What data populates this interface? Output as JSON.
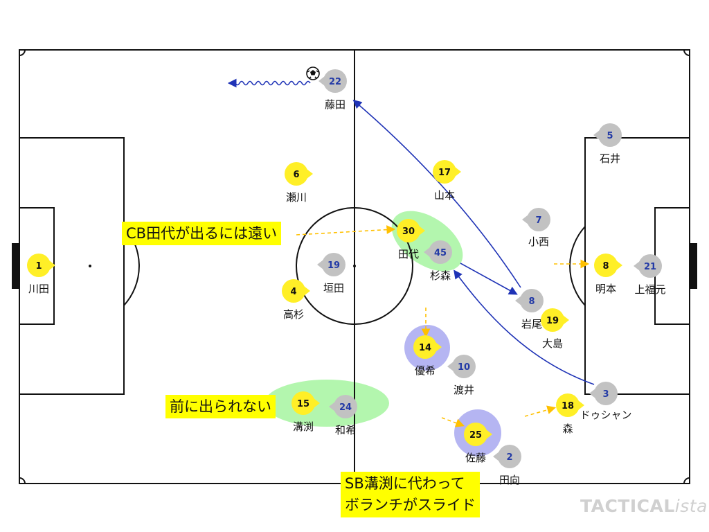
{
  "team_colors": {
    "home": "#ffef27",
    "away": "#c2c2c2",
    "away_number": "#233aa6"
  },
  "arrow_colors": {
    "run": "#ffc000",
    "pass": "#1f33b6"
  },
  "highlight_colors": {
    "zone": "#a6f5a0",
    "marker": "#a8a8f0"
  },
  "home_players": [
    {
      "number": "1",
      "name": "川田"
    },
    {
      "number": "6",
      "name": "瀬川"
    },
    {
      "number": "4",
      "name": "高杉"
    },
    {
      "number": "15",
      "name": "溝渕"
    },
    {
      "number": "30",
      "name": "田代"
    },
    {
      "number": "17",
      "name": "山本"
    },
    {
      "number": "14",
      "name": "優希"
    },
    {
      "number": "25",
      "name": "佐藤"
    },
    {
      "number": "19",
      "name": "大島"
    },
    {
      "number": "18",
      "name": "森"
    },
    {
      "number": "8",
      "name": "明本"
    }
  ],
  "away_players": [
    {
      "number": "22",
      "name": "藤田"
    },
    {
      "number": "19",
      "name": "垣田"
    },
    {
      "number": "24",
      "name": "和希"
    },
    {
      "number": "45",
      "name": "杉森"
    },
    {
      "number": "10",
      "name": "渡井"
    },
    {
      "number": "2",
      "name": "田向"
    },
    {
      "number": "7",
      "name": "小西"
    },
    {
      "number": "8",
      "name": "岩尾"
    },
    {
      "number": "3",
      "name": "ドゥシャン"
    },
    {
      "number": "5",
      "name": "石井"
    },
    {
      "number": "21",
      "name": "上福元"
    }
  ],
  "annotations": {
    "cb_note": "CB田代が出るには遠い",
    "front_note": "前に出られない",
    "sb_note_line1": "SB溝渕に代わって",
    "sb_note_line2": "ボランチがスライド"
  },
  "watermark": {
    "main": "TACTICAL",
    "suffix": "ista"
  },
  "icons": {
    "ball": "soccer-ball-icon"
  }
}
